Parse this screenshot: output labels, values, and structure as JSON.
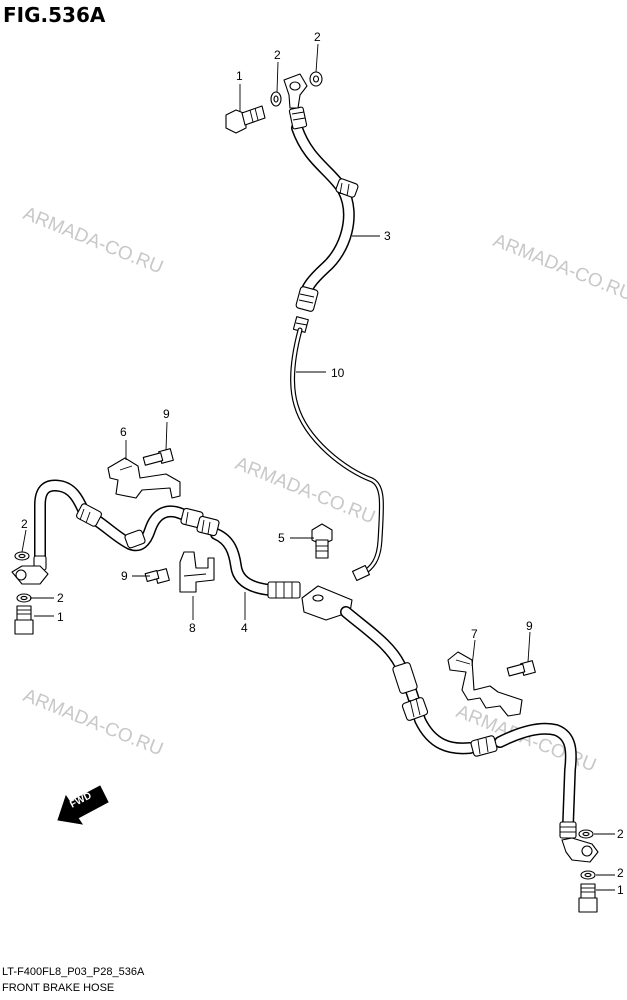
{
  "figure": {
    "title": "FIG.536A",
    "footer_code": "LT-F400FL8_P03_P28_536A",
    "footer_caption": "FRONT BRAKE HOSE",
    "direction_label": "FWD"
  },
  "watermarks": [
    "ARMADA-CO.RU",
    "ARMADA-CO.RU",
    "ARMADA-CO.RU",
    "ARMADA-CO.RU",
    "ARMADA-CO.RU"
  ],
  "callouts": [
    "1",
    "2",
    "2",
    "3",
    "10",
    "9",
    "6",
    "2",
    "2",
    "1",
    "5",
    "9",
    "8",
    "4",
    "7",
    "9",
    "2",
    "2",
    "1"
  ],
  "colors": {
    "line": "#000000",
    "background": "#ffffff",
    "watermark": "#c8c8c8"
  }
}
